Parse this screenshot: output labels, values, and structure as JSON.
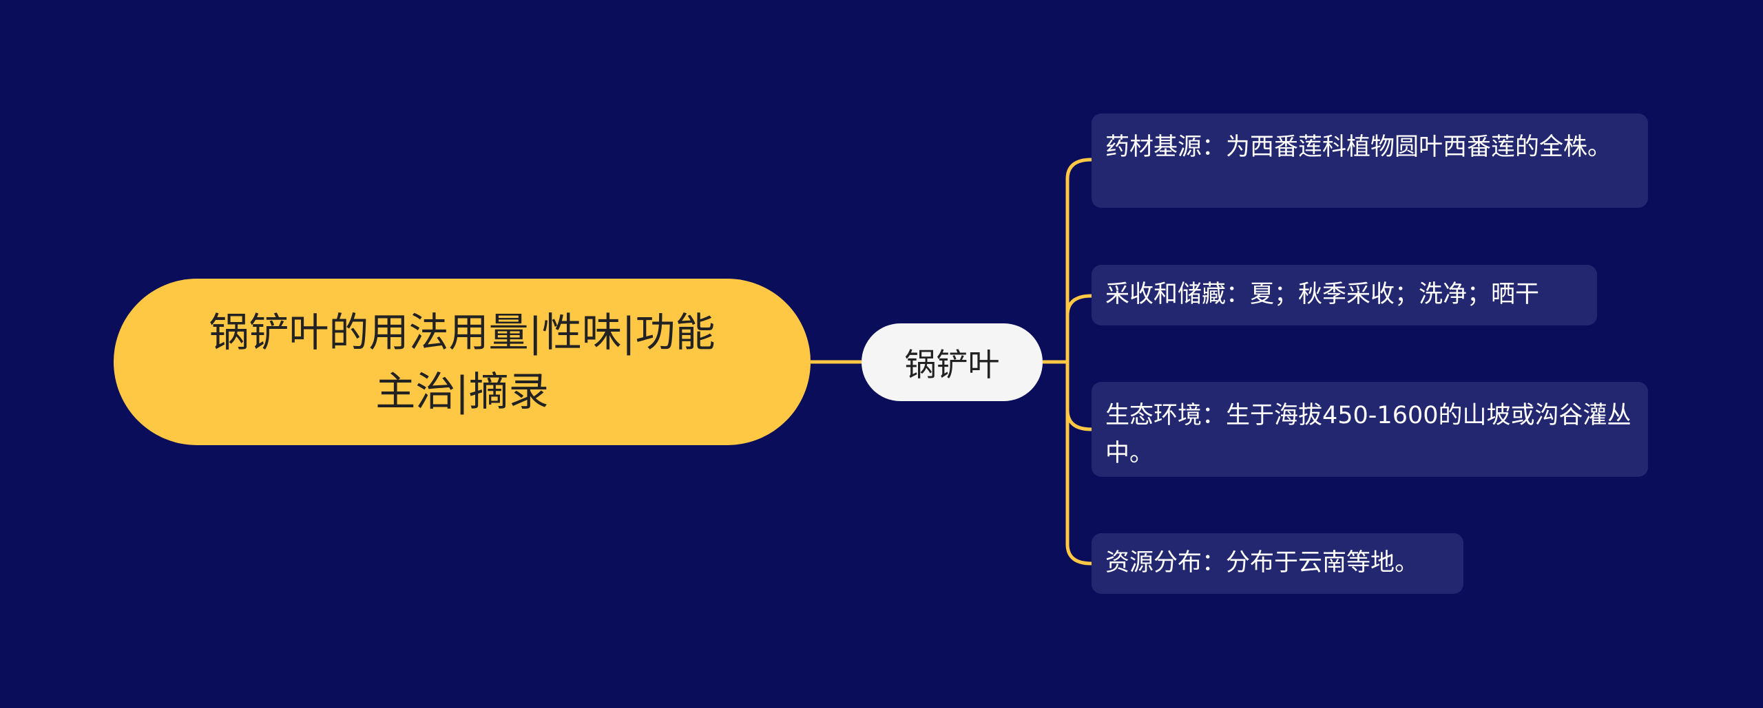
{
  "colors": {
    "background": "#0a0e5a",
    "root_fill": "#fec845",
    "mid_fill": "#f5f5f5",
    "leaf_fill": "#232770",
    "connector": "#fec845"
  },
  "root": {
    "label": "锅铲叶的用法用量|性味|功能主治|摘录"
  },
  "branch": {
    "label": "锅铲叶"
  },
  "leaves": [
    {
      "label": "药材基源：为西番莲科植物圆叶西番莲的全株。"
    },
    {
      "label": "采收和储藏：夏；秋季采收；洗净；晒干"
    },
    {
      "label": "生态环境：生于海拔450-1600的山坡或沟谷灌丛中。"
    },
    {
      "label": "资源分布：分布于云南等地。"
    }
  ]
}
